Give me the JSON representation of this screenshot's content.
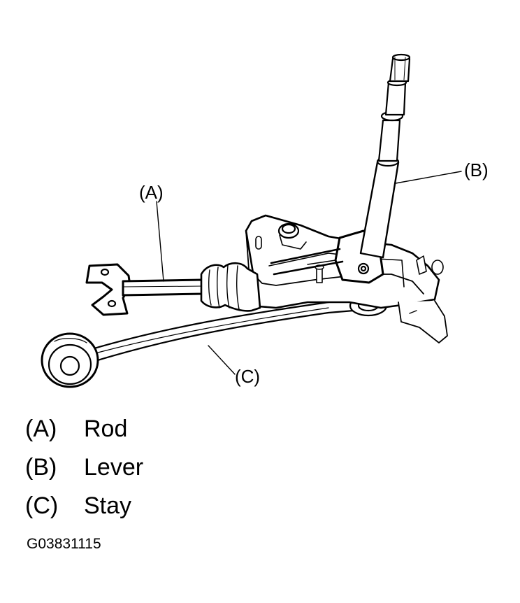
{
  "callouts": {
    "a": "(A)",
    "b": "(B)",
    "c": "(C)"
  },
  "legend": [
    {
      "code": "(A)",
      "label": "Rod"
    },
    {
      "code": "(B)",
      "label": "Lever"
    },
    {
      "code": "(C)",
      "label": "Stay"
    }
  ],
  "figure_id": "G03831115"
}
